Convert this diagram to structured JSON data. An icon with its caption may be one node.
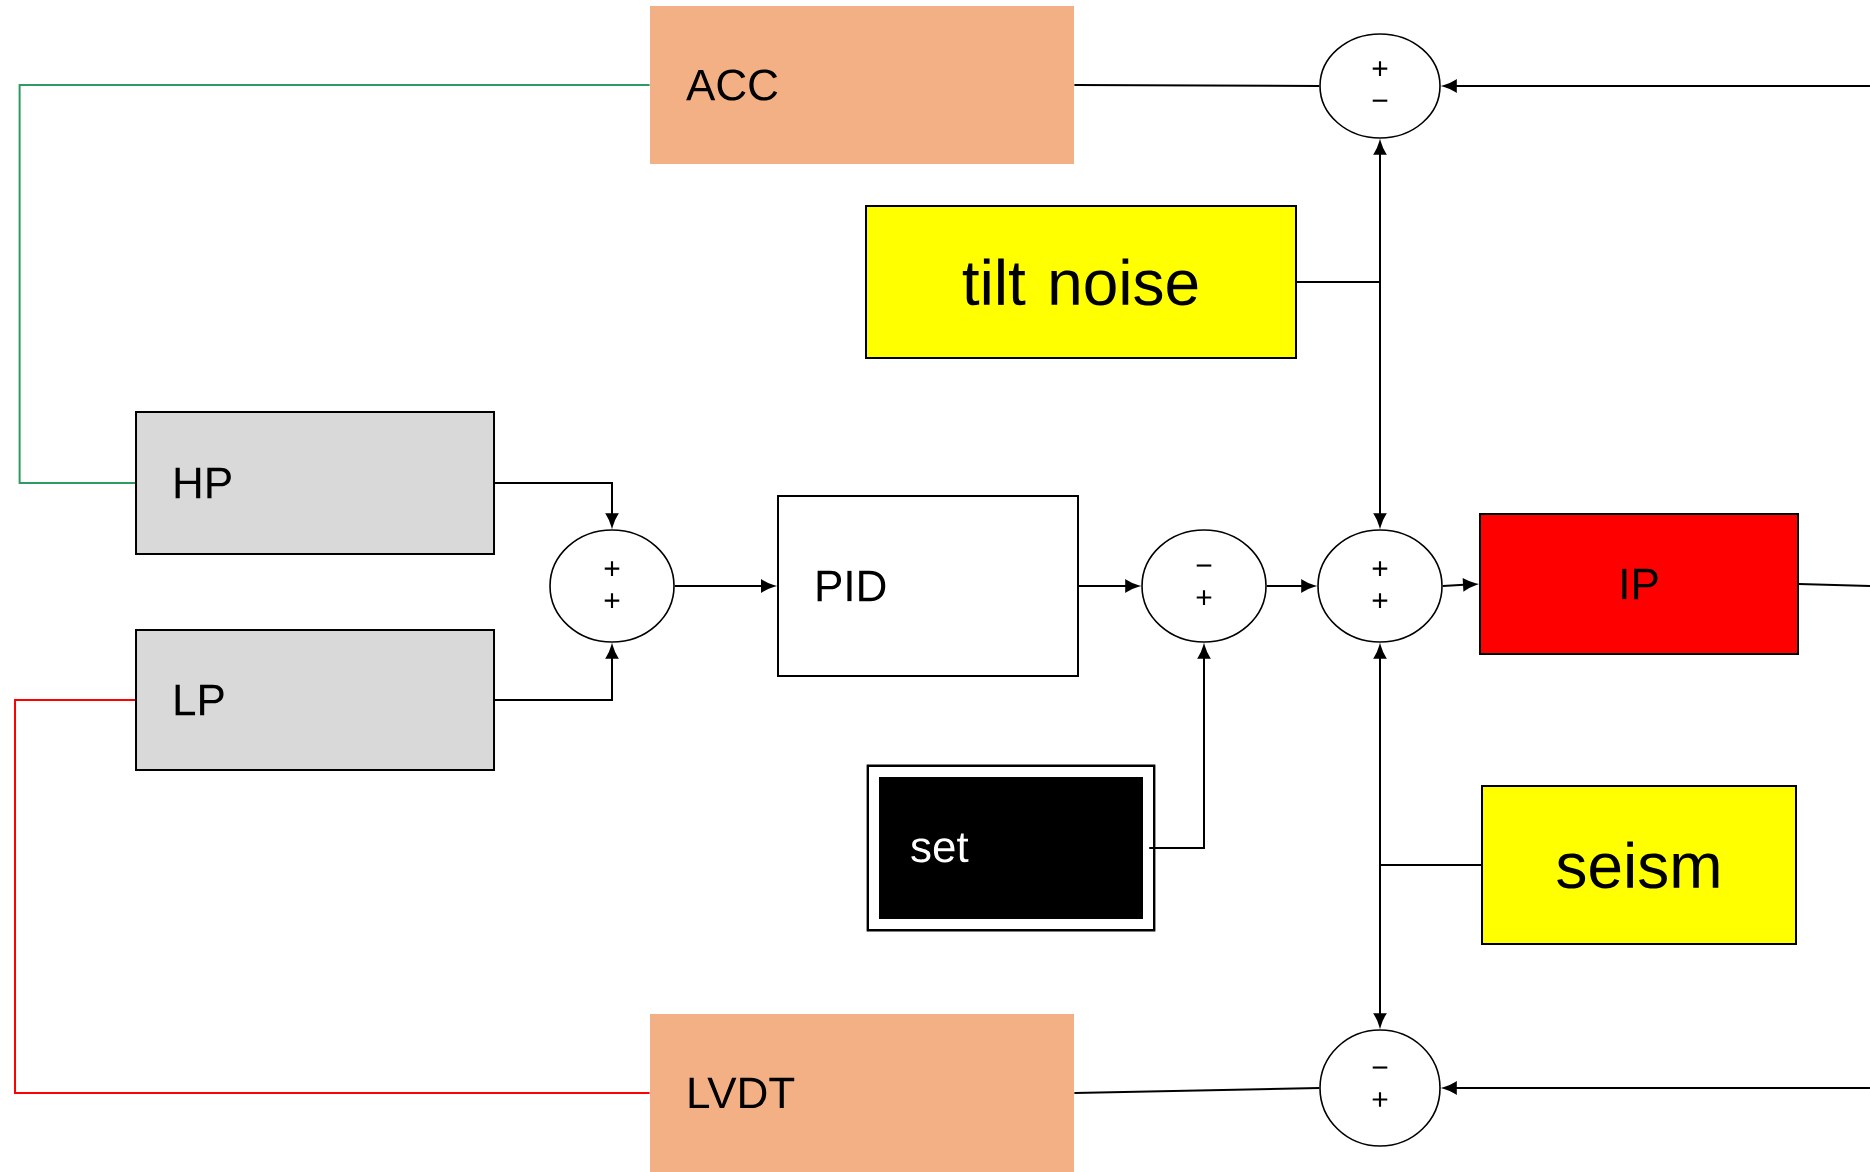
{
  "diagram": {
    "nodes": [
      {
        "text": [
          "ACC"
        ]
      },
      {
        "text": [
          "+",
          "−"
        ]
      },
      {
        "text": [
          "tilt noise"
        ]
      },
      {
        "text": [
          "HP"
        ]
      },
      {
        "text": [
          "+",
          "+"
        ]
      },
      {
        "text": [
          "PID"
        ]
      },
      {
        "text": [
          "−",
          "+"
        ]
      },
      {
        "text": [
          "+",
          "+"
        ]
      },
      {
        "text": [
          "IP"
        ]
      },
      {
        "text": [
          "LP"
        ]
      },
      {
        "text": [
          "set"
        ]
      },
      {
        "text": [
          "seism"
        ]
      },
      {
        "text": [
          "LVDT"
        ]
      },
      {
        "text": [
          "−",
          "+"
        ]
      }
    ],
    "edges": [
      {
        "from": 0,
        "to": 3,
        "arrow": "none",
        "color": "#2e9b62"
      },
      {
        "from": 9,
        "to": 12,
        "arrow": "none",
        "color": "#ff0000"
      },
      {
        "from": 0,
        "to": 1,
        "arrow": "none"
      },
      {
        "from": null,
        "to": 1,
        "arrow": "to"
      },
      {
        "from": 2,
        "to": 1,
        "arrow": "to"
      },
      {
        "from": 2,
        "to": 7,
        "arrow": "to"
      },
      {
        "from": 3,
        "to": 4,
        "arrow": "to"
      },
      {
        "from": 9,
        "to": 4,
        "arrow": "to"
      },
      {
        "from": 4,
        "to": 5,
        "arrow": "to"
      },
      {
        "from": 5,
        "to": 6,
        "arrow": "to"
      },
      {
        "from": 6,
        "to": 7,
        "arrow": "to"
      },
      {
        "from": 7,
        "to": 8,
        "arrow": "to"
      },
      {
        "from": 8,
        "to": null,
        "arrow": "none"
      },
      {
        "from": 10,
        "to": 6,
        "arrow": "to"
      },
      {
        "from": 11,
        "to": 7,
        "arrow": "to"
      },
      {
        "from": 11,
        "to": 13,
        "arrow": "to"
      },
      {
        "from": 12,
        "to": 13,
        "arrow": "none"
      },
      {
        "from": null,
        "to": 13,
        "arrow": "to"
      }
    ]
  }
}
